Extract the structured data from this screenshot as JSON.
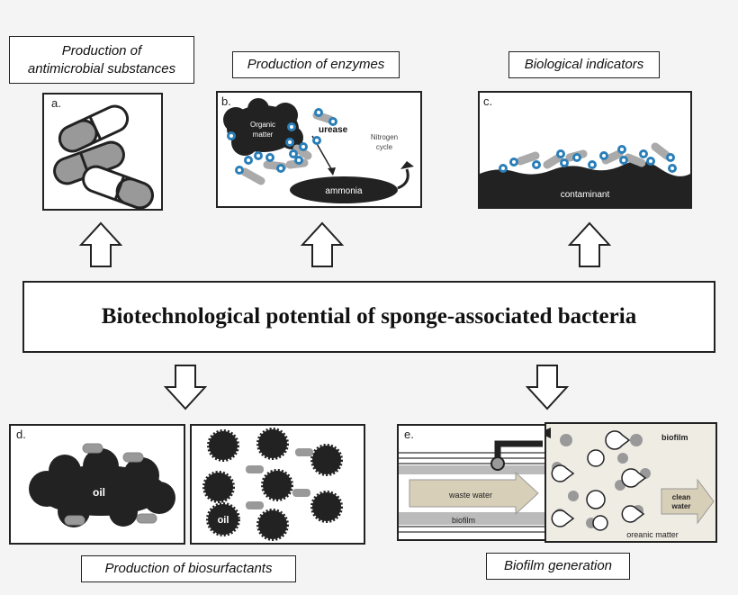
{
  "title": "Biotechnological potential of sponge-associated bacteria",
  "top_labels": {
    "a": [
      "Production of",
      "antimicrobial substances"
    ],
    "b": "Production of enzymes",
    "c": "Biological indicators"
  },
  "bottom_labels": {
    "d": "Production of biosurfactants",
    "e": "Biofilm generation"
  },
  "panels": {
    "a": {
      "letter": "a."
    },
    "b": {
      "letter": "b.",
      "organic": [
        "Organic",
        "matter"
      ],
      "urease": "urease",
      "nitrogen": [
        "Nitrogen",
        "cycle"
      ],
      "ammonia": "ammonia"
    },
    "c": {
      "letter": "c.",
      "contaminant": "contaminant"
    },
    "d": {
      "letter": "d.",
      "oil": "oil",
      "oil2": "oil"
    },
    "e": {
      "letter": "e.",
      "waste": "waste water",
      "biofilm_left": "biofilm",
      "biofilm_right": "biofilm",
      "clean": [
        "clean",
        "water"
      ],
      "organic": "oreanic matter"
    }
  },
  "colors": {
    "outline": "#222222",
    "bacteria_gray": "#9a9a9a",
    "pore_blue": "#2a7fb8",
    "panel_e_fill": "#efece4",
    "arrow_tan": "#d8cfb8"
  }
}
